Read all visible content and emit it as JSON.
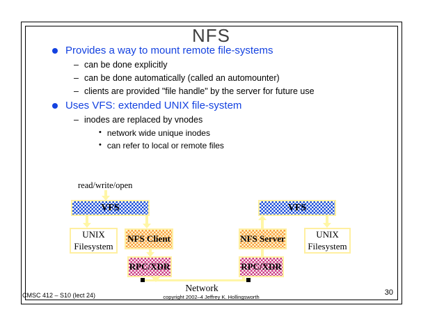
{
  "title": "NFS",
  "bullets": {
    "b1": {
      "text": "Provides a way to mount remote file-systems",
      "subs": [
        "can be done explicitly",
        "can be done automatically (called an automounter)",
        "clients are provided \"file handle\" by the server for future use"
      ]
    },
    "b2": {
      "text": "Uses VFS: extended UNIX file-system",
      "sub": "inodes are replaced by vnodes",
      "subsubs": [
        "network wide unique inodes",
        "can refer to local or remote files"
      ]
    }
  },
  "markers": {
    "dash": "–",
    "dot": "•"
  },
  "diagram": {
    "call_label": "read/write/open",
    "vfs_left": "VFS",
    "vfs_right": "VFS",
    "unix_left_line1": "UNIX",
    "unix_left_line2": "Filesystem",
    "unix_right_line1": "UNIX",
    "unix_right_line2": "Filesystem",
    "nfs_client": "NFS Client",
    "nfs_server": "NFS Server",
    "rpc_left": "RPC/XDR",
    "rpc_right": "RPC/XDR",
    "network_label": "Network"
  },
  "footer": {
    "left": "CMSC 412 – S10 (lect 24)",
    "center": "copyright  2002–4 Jeffrey K. Hollingsworth",
    "page": "30"
  },
  "colors": {
    "accent_blue": "#1442E0",
    "checker_blue": "#1247D6",
    "checker_orange": "#F9A040",
    "checker_magenta": "#C93C82",
    "box_border_yellow": "#FFEFA0",
    "arrow_yellow": "#FFF6A6",
    "title_gray": "#3F3F3F"
  }
}
